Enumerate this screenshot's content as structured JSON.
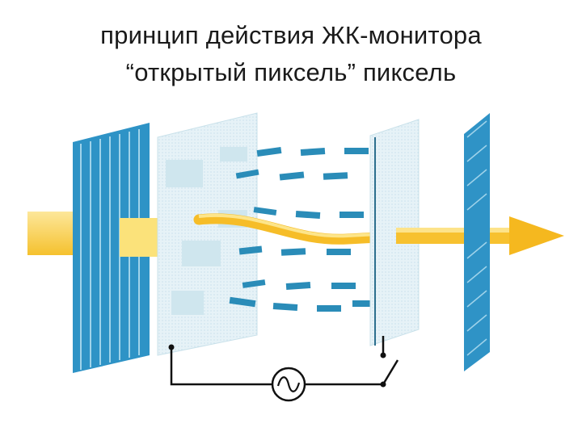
{
  "slide": {
    "title_line1": "принцип действия ЖК-монитора",
    "title_line2": "“открытый пиксель” пиксель"
  },
  "diagram": {
    "components": [
      {
        "name": "front-polarizer",
        "color": "#2c8fc0"
      },
      {
        "name": "front-electrode-plate",
        "color": "#e4f1f6"
      },
      {
        "name": "liquid-crystal-layer",
        "color": "#2a8cb8"
      },
      {
        "name": "rear-electrode-plate",
        "color": "#e4f1f6"
      },
      {
        "name": "rear-polarizer",
        "color": "#2e90c4"
      }
    ],
    "light_color": "#f8c534",
    "source_icon": "ac-source-icon",
    "switch_icon": "switch-icon"
  }
}
